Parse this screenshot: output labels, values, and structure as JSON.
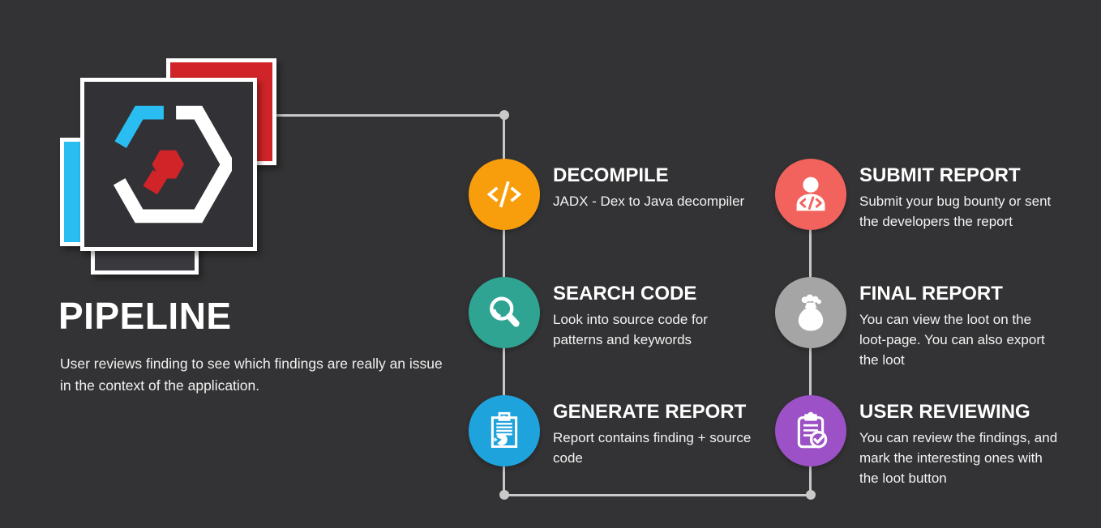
{
  "title": "PIPELINE",
  "description": "User reviews finding to see which findings are really an issue in the context of the application.",
  "colors": {
    "background": "#333234",
    "connector": "#c9c9c9",
    "logo_red": "#d02428",
    "logo_cyan": "#29bdf2",
    "logo_white": "#ffffff"
  },
  "logo": {
    "icon": "hexagon-code-logo-icon"
  },
  "pipeline": {
    "steps": [
      {
        "title": "DECOMPILE",
        "description": "JADX - Dex to Java decompiler",
        "icon": "code-icon",
        "color": "#f89e0c"
      },
      {
        "title": "SEARCH CODE",
        "description": "Look into source code for patterns and keywords",
        "icon": "search-icon",
        "color": "#2fa493"
      },
      {
        "title": "GENERATE REPORT",
        "description": "Report contains finding + source code",
        "icon": "report-clipboard-icon",
        "color": "#1fa3dc"
      },
      {
        "title": "SUBMIT REPORT",
        "description": "Submit your bug bounty or sent the developers the report",
        "icon": "developer-person-icon",
        "color": "#f2635e"
      },
      {
        "title": "FINAL REPORT",
        "description": "You can view the loot on the loot-page. You can also export the loot",
        "icon": "loot-bag-icon",
        "color": "#a5a5a5"
      },
      {
        "title": "USER REVIEWING",
        "description": "You can review the findings, and mark the interesting ones with the loot button",
        "icon": "clipboard-check-icon",
        "color": "#9c51c6"
      }
    ]
  }
}
